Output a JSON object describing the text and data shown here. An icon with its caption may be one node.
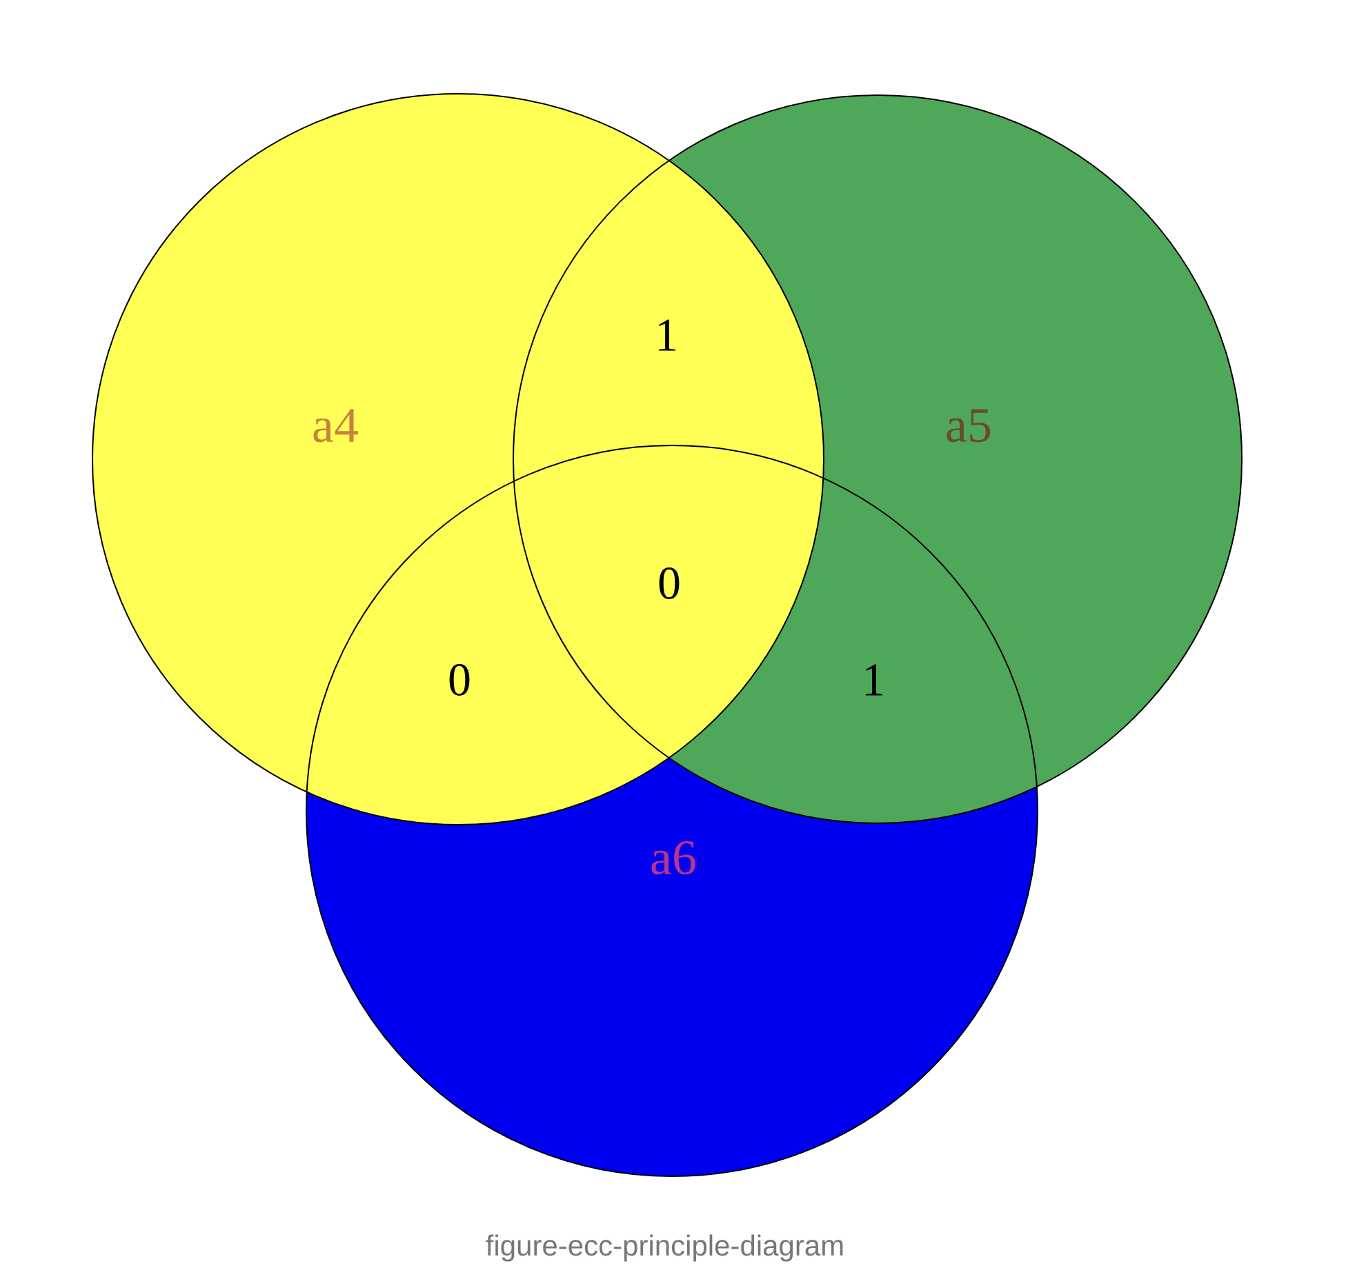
{
  "diagram": {
    "caption": "figure-ecc-principle-diagram",
    "nodes": [
      {
        "text": [
          "a4"
        ]
      },
      {
        "text": [
          "a5"
        ]
      },
      {
        "text": [
          "a6"
        ]
      }
    ],
    "labels": [
      "1",
      "0",
      "0",
      "1"
    ]
  }
}
